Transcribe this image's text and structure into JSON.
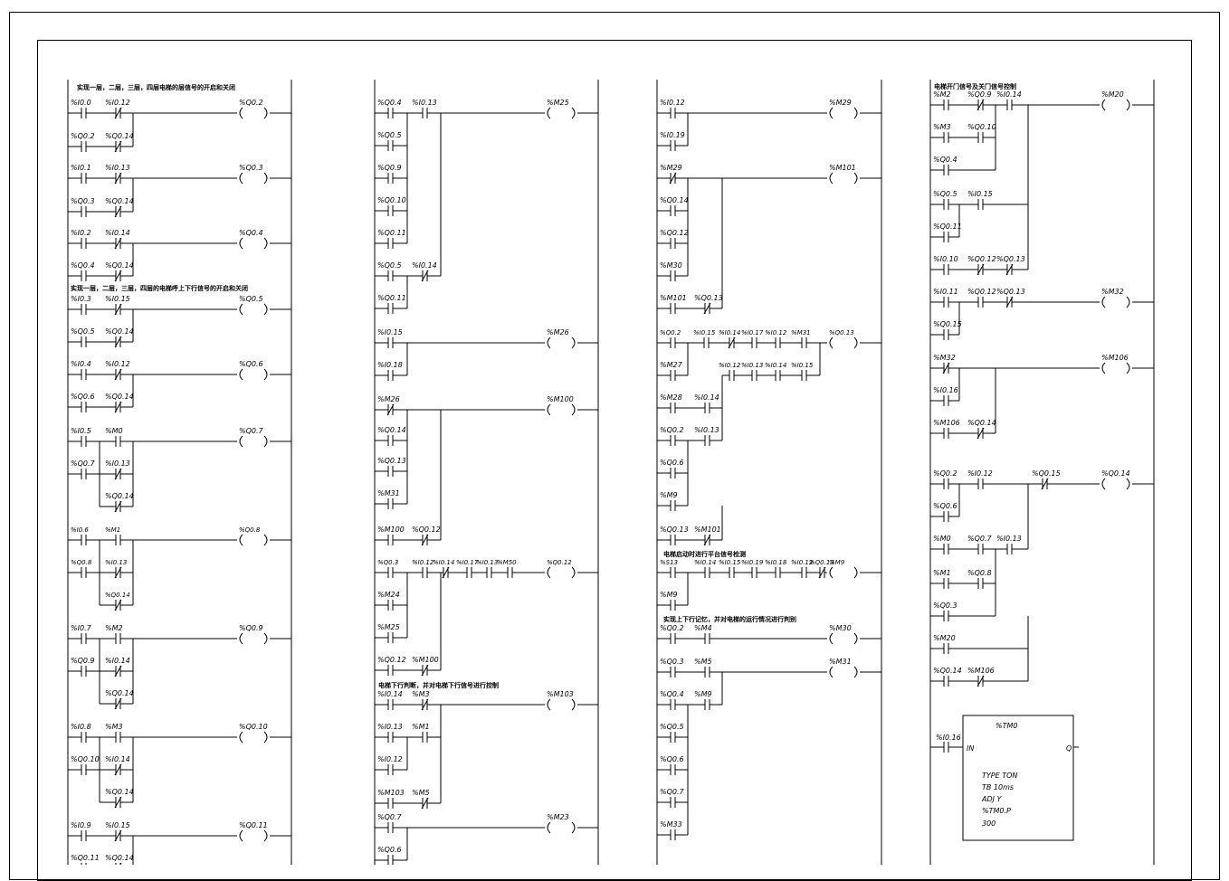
{
  "header_texts": {
    "col1_top": "实现一层，二层，三层，四层电梯的层信号的开启和关闭",
    "col1_mid": "实现一层，二层，三层，四层的电梯呼上下行信号的开启和关闭",
    "col2_mid": "电梯下行判断，并对电梯下行信号进行控制",
    "col3_mid1": "电梯启动时进行平台信号检测",
    "col3_mid2": "实现上下行记忆，并对电梯的运行情况进行判别",
    "col4_top": "电梯开门信号及关门信号控制"
  },
  "timer_block": {
    "name": "%TM0",
    "in_label": "IN",
    "q_label": "Q",
    "input": "%I0.16",
    "type": "TYPE TON",
    "tb": "TB   10ms",
    "adj": "ADJ    Y",
    "preset_label": "%TM0.P",
    "preset": "300"
  },
  "labels": [
    "%I0.0",
    "%I0.12",
    "%Q0.2",
    "%Q0.2",
    "%Q0.14",
    "%I0.1",
    "%I0.13",
    "%Q0.3",
    "%Q0.3",
    "%Q0.14",
    "%I0.2",
    "%I0.14",
    "%Q0.4",
    "%Q0.4",
    "%Q0.14",
    "%I0.3",
    "%I0.15",
    "%Q0.5",
    "%Q0.5",
    "%Q0.14",
    "%I0.4",
    "%I0.12",
    "%Q0.6",
    "%Q0.6",
    "%Q0.14",
    "%I0.5",
    "%M0",
    "%Q0.7",
    "%Q0.7",
    "%I0.13",
    "%Q0.14",
    "%I0.6",
    "%M1",
    "%Q0.8",
    "%Q0.8",
    "%I0.13",
    "%Q0.14",
    "%I0.7",
    "%M2",
    "%Q0.9",
    "%Q0.9",
    "%I0.14",
    "%Q0.14",
    "%I0.8",
    "%M3",
    "%Q0.10",
    "%Q0.10",
    "%I0.14",
    "%Q0.14",
    "%I0.9",
    "%I0.15",
    "%Q0.11",
    "%Q0.11",
    "%Q0.14",
    "%Q0.4",
    "%I0.13",
    "%M25",
    "%Q0.5",
    "%Q0.9",
    "%Q0.10",
    "%Q0.11",
    "%Q0.5",
    "%I0.14",
    "%Q0.11",
    "%I0.15",
    "%M26",
    "%I0.18",
    "%M26",
    "%M100",
    "%Q0.14",
    "%Q0.13",
    "%M31",
    "%M100",
    "%Q0.12",
    "%Q0.3",
    "%I0.12",
    "%I0.14",
    "%I0.17",
    "%I0.13",
    "%M50",
    "%Q0.12",
    "%M24",
    "%M25",
    "%Q0.12",
    "%M100",
    "%I0.14",
    "%M3",
    "%M103",
    "%I0.13",
    "%M1",
    "%I0.12",
    "%M103",
    "%M5",
    "%Q0.7",
    "%M23",
    "%Q0.6",
    "%I0.12",
    "%M29",
    "%I0.19",
    "%M29",
    "%M101",
    "%Q0.14",
    "%Q0.12",
    "%M30",
    "%M101",
    "%Q0.13",
    "%Q0.2",
    "%I0.15",
    "%I0.14",
    "%I0.17",
    "%I0.12",
    "%M31",
    "%Q0.13",
    "%M27",
    "%I0.12",
    "%I0.13",
    "%I0.14",
    "%I0.15",
    "%M28",
    "%I0.14",
    "%Q0.2",
    "%I0.13",
    "%Q0.6",
    "%M9",
    "%Q0.13",
    "%M101",
    "%S13",
    "%I0.14",
    "%I0.15",
    "%I0.19",
    "%I0.18",
    "%I0.12",
    "%Q0.13",
    "%M9",
    "%M9",
    "%Q0.2",
    "%M4",
    "%M30",
    "%Q0.3",
    "%M5",
    "%M31",
    "%Q0.4",
    "%M9",
    "%Q0.5",
    "%Q0.6",
    "%Q0.7",
    "%M33",
    "%M2",
    "%Q0.9",
    "%I0.14",
    "%M20",
    "%M3",
    "%Q0.10",
    "%Q0.4",
    "%Q0.5",
    "%I0.15",
    "%Q0.11",
    "%I0.10",
    "%Q0.12",
    "%Q0.13",
    "%I0.11",
    "%Q0.12",
    "%Q0.13",
    "%M32",
    "%Q0.15",
    "%M32",
    "%M106",
    "%I0.16",
    "%M106",
    "%Q0.14",
    "%Q0.2",
    "%I0.12",
    "%Q0.15",
    "%Q0.14",
    "%Q0.6",
    "%M0",
    "%Q0.7",
    "%I0.13",
    "%M1",
    "%Q0.8",
    "%Q0.3",
    "%M20",
    "%Q0.14",
    "%M106"
  ]
}
